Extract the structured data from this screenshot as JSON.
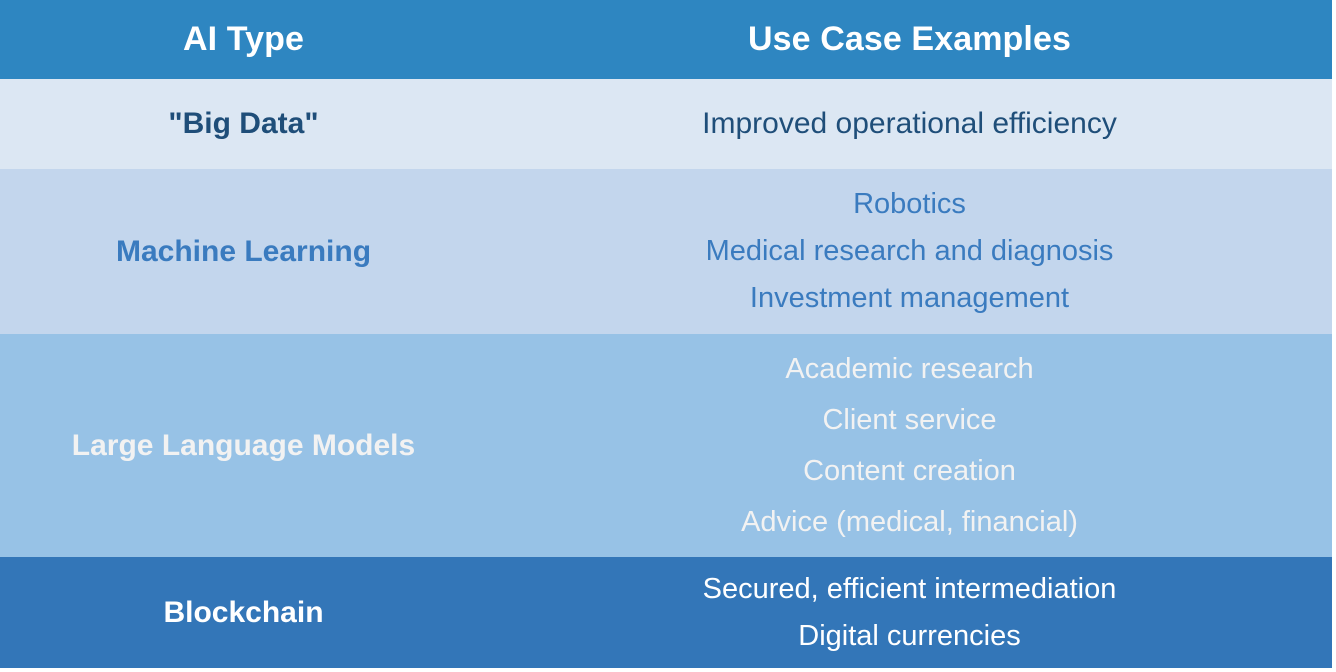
{
  "table": {
    "columns": [
      "AI Type",
      "Use Case Examples"
    ],
    "header": {
      "col_type": "AI Type",
      "col_uses": "Use Case Examples",
      "background_color": "#2E86C1",
      "text_color": "#FFFFFF"
    },
    "rows": [
      {
        "type": "\"Big Data\"",
        "uses": [
          "Improved operational efficiency"
        ],
        "background_color": "#DCE7F3",
        "text_color": "#1F4E79"
      },
      {
        "type": "Machine Learning",
        "uses": [
          "Robotics",
          "Medical research and diagnosis",
          "Investment management"
        ],
        "background_color": "#C3D6ED",
        "text_color": "#3A7BBF"
      },
      {
        "type": "Large Language Models",
        "uses": [
          "Academic research",
          "Client service",
          "Content creation",
          "Advice (medical, financial)"
        ],
        "background_color": "#97C2E6",
        "text_color": "#F2F2F2"
      },
      {
        "type": "Blockchain",
        "uses": [
          "Secured, efficient intermediation",
          "Digital currencies"
        ],
        "background_color": "#3376B8",
        "text_color": "#FFFFFF"
      }
    ]
  }
}
